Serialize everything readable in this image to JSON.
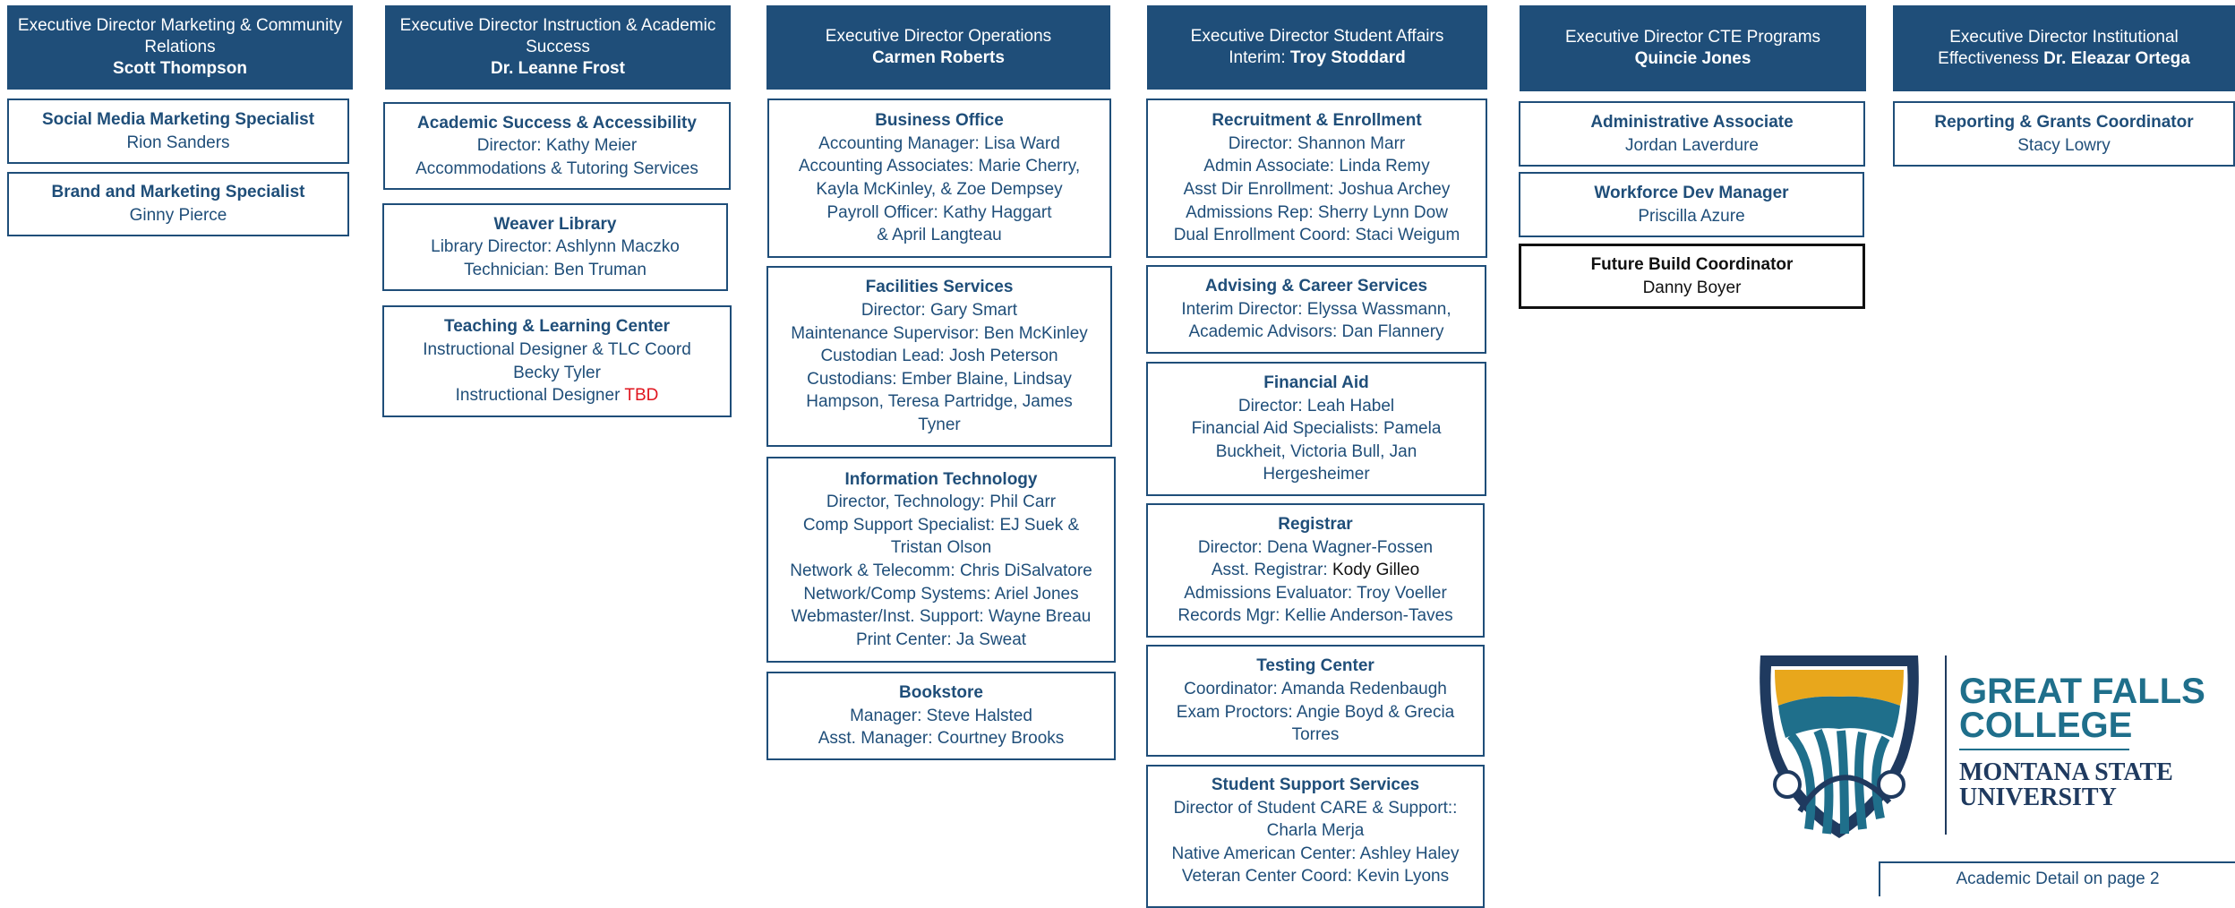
{
  "columns": [
    {
      "header": {
        "title": "Executive Director Marketing & Community Relations",
        "name": "Scott Thompson"
      },
      "boxes": [
        {
          "title": "Social Media Marketing Specialist",
          "lines": [
            "Rion Sanders"
          ]
        },
        {
          "title": "Brand and Marketing Specialist",
          "lines": [
            "Ginny Pierce"
          ]
        }
      ]
    },
    {
      "header": {
        "title": "Executive Director Instruction  & Academic Success",
        "name": "Dr. Leanne Frost"
      },
      "boxes": [
        {
          "title": "Academic Success & Accessibility",
          "lines": [
            "Director: Kathy Meier",
            "Accommodations & Tutoring Services"
          ]
        },
        {
          "title": "Weaver Library",
          "lines": [
            "Library Director: Ashlynn Maczko",
            "Technician: Ben Truman"
          ]
        },
        {
          "title": "Teaching & Learning Center",
          "lines": [
            "Instructional Designer & TLC Coord",
            "Becky Tyler",
            "Instructional Designer "
          ],
          "highlight": "TBD"
        }
      ]
    },
    {
      "header": {
        "title": "Executive Director Operations",
        "name": "Carmen Roberts"
      },
      "boxes": [
        {
          "title": "Business Office",
          "lines": [
            "Accounting Manager: Lisa Ward",
            "Accounting Associates: Marie Cherry,",
            "Kayla McKinley, & Zoe Dempsey",
            "Payroll Officer: Kathy Haggart",
            "& April Langteau"
          ]
        },
        {
          "title": "Facilities Services",
          "lines": [
            "Director: Gary Smart",
            "Maintenance Supervisor: Ben McKinley",
            "Custodian Lead: Josh Peterson",
            "Custodians: Ember Blaine, Lindsay",
            "Hampson, Teresa Partridge, James",
            "Tyner"
          ]
        },
        {
          "title": "Information Technology",
          "lines": [
            "Director, Technology:  Phil Carr",
            "Comp Support Specialist: EJ Suek &",
            "Tristan Olson",
            "Network & Telecomm: Chris DiSalvatore",
            "Network/Comp Systems: Ariel Jones",
            "Webmaster/Inst. Support: Wayne Breau",
            "Print Center: Ja Sweat"
          ]
        },
        {
          "title": "Bookstore",
          "lines": [
            "Manager: Steve Halsted",
            "Asst. Manager: Courtney Brooks"
          ]
        }
      ]
    },
    {
      "header": {
        "title": "Executive Director Student Affairs",
        "prefix": "Interim: ",
        "name": "Troy Stoddard"
      },
      "boxes": [
        {
          "title": "Recruitment & Enrollment",
          "lines": [
            "Director: Shannon Marr",
            "Admin Associate: Linda Remy",
            "Asst Dir Enrollment: Joshua Archey",
            "Admissions Rep: Sherry Lynn Dow",
            "Dual Enrollment Coord: Staci Weigum"
          ]
        },
        {
          "title": "Advising & Career Services",
          "lines": [
            "Interim Director: Elyssa Wassmann,",
            "Academic Advisors:  Dan Flannery"
          ]
        },
        {
          "title": "Financial Aid",
          "lines": [
            "Director: Leah Habel",
            "Financial Aid Specialists: Pamela",
            "Buckheit, Victoria Bull, Jan",
            "Hergesheimer"
          ]
        },
        {
          "title": "Registrar",
          "lines": [
            "Director: Dena Wagner-Fossen",
            "Admissions Evaluator: Troy Voeller",
            "Records Mgr: Kellie Anderson-Taves"
          ],
          "registrar_line": {
            "label": "Asst. Registrar: ",
            "name": "Kody Gilleo"
          }
        },
        {
          "title": "Testing Center",
          "lines": [
            "Coordinator: Amanda Redenbaugh",
            "Exam Proctors: Angie Boyd & Grecia",
            "Torres"
          ]
        },
        {
          "title": "Student Support Services",
          "lines": [
            "Director of Student CARE & Support::",
            "Charla Merja",
            "Native American Center: Ashley Haley",
            "Veteran Center Coord: Kevin Lyons"
          ]
        }
      ]
    },
    {
      "header": {
        "title": "Executive Director CTE Programs",
        "name": "Quincie Jones"
      },
      "boxes": [
        {
          "title": "Administrative Associate",
          "lines": [
            "Jordan Laverdure"
          ]
        },
        {
          "title": "Workforce Dev Manager",
          "lines": [
            "Priscilla Azure"
          ]
        },
        {
          "title": "Future Build Coordinator",
          "lines": [
            "Danny Boyer"
          ]
        }
      ]
    },
    {
      "header": {
        "title": "Executive Director Institutional Effectiveness ",
        "name": "Dr. Eleazar Ortega"
      },
      "boxes": [
        {
          "title": "Reporting & Grants Coordinator",
          "lines": [
            "Stacy Lowry"
          ]
        }
      ]
    }
  ],
  "logo": {
    "line1": "GREAT FALLS",
    "line2": "COLLEGE",
    "line3": "MONTANA STATE",
    "line4": "UNIVERSITY",
    "colors": {
      "navy": "#1f3a5f",
      "teal": "#1f6f8b",
      "gold": "#e8a71c"
    }
  },
  "footer_note": "Academic Detail on page 2"
}
